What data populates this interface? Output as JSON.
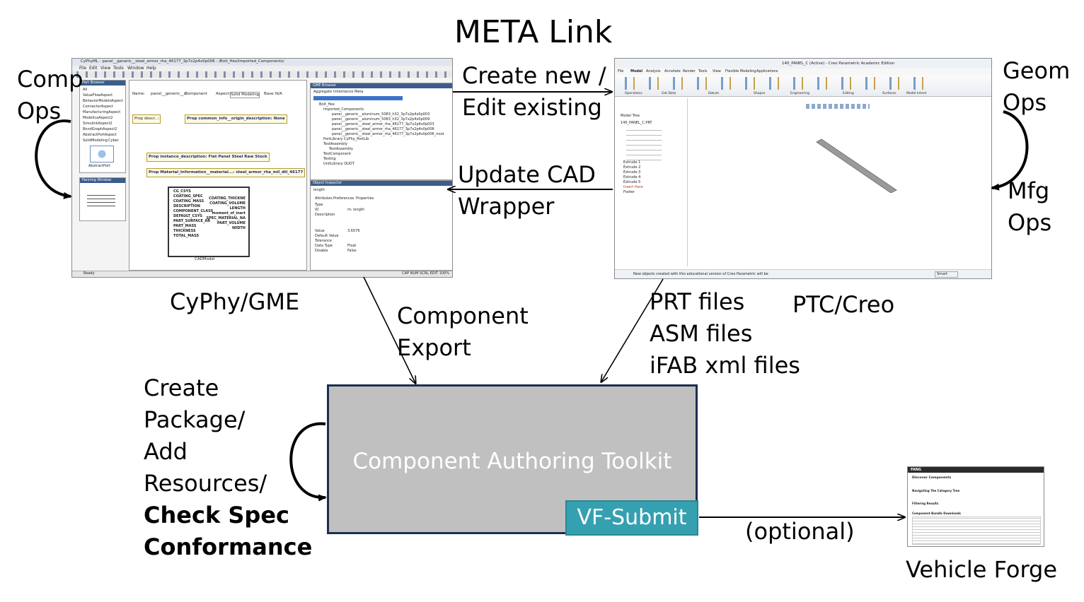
{
  "title": "META Link",
  "labels": {
    "comp_ops": [
      "Comp",
      "Ops"
    ],
    "create_new": [
      "Create new /",
      "Edit existing"
    ],
    "update_cad": [
      "Update CAD",
      "Wrapper"
    ],
    "geom_ops": [
      "Geom",
      "Ops"
    ],
    "mfg_ops": [
      "Mfg",
      "Ops"
    ],
    "cyphy": "CyPhy/GME",
    "component_export": [
      "Component",
      "Export"
    ],
    "files": [
      "PRT files",
      "ASM files",
      "iFAB xml files"
    ],
    "ptc": "PTC/Creo",
    "package": [
      "Create",
      "Package/",
      "Add",
      "Resources/"
    ],
    "check_spec": [
      "Check Spec",
      "Conformance"
    ],
    "optional": "(optional)",
    "vehicle_forge": "Vehicle Forge"
  },
  "toolkit": {
    "title": "Component Authoring Toolkit",
    "submit": "VF-Submit"
  },
  "gme": {
    "titlebar": "CyPhyML - panel__generic__steel_armor_rha_46177_3p7x2p4x0p006 - /Bolt_Hex/Imported_Components/",
    "menu": [
      "File",
      "Edit",
      "View",
      "Tools",
      "Window",
      "Help"
    ],
    "part_browser": "Part Browser",
    "aspects": [
      "All",
      "ValueFlowAspect",
      "BehaviorModelsAspect",
      "ConnectorAspect",
      "ManufacturingAspect",
      "ModelicaAspect2",
      "SimulinkAspect2",
      "BondGraphAspect2",
      "AbstractPortAspect",
      "SolidModeling",
      "Cyber"
    ],
    "abstract_port": "AbstractPort",
    "panning": "Panning Window",
    "name_label": "Name:",
    "name_value": "panel__generic__st",
    "kind": "Component",
    "aspect_label": "Aspect:",
    "aspect_value": "Solid Modeling",
    "base_label": "Base:",
    "base_value": "N/A",
    "props": [
      "Prop descr...: None",
      "Prop common_info__origin_description: None",
      "Prop instance_description: Flat Panel Steel Raw Stock",
      "Prop Material_Information__material...: steel_armor_rha_mil_dtl_46177"
    ],
    "cad_ports_left": [
      "CG_CSYS",
      "COATING_SPEC",
      "COATING_MASS",
      "DESCRIPTION",
      "COMPONENT_CLASS",
      "DEFAULT_CSYS",
      "PART_SURFACE_AR",
      "PART_MASS",
      "THICKNESS",
      "TOTAL_MASS"
    ],
    "cad_ports_right": [
      "COATING_THICKNE",
      "COATING_VOLUME",
      "LENGTH",
      "moment_of_inert",
      "SPEC_MATERIAL_NA",
      "PART_VOLUME",
      "WIDTH"
    ],
    "cad_model": "CADModel",
    "gme_browser": "GME Browser",
    "browser_tabs": [
      "Aggregate",
      "Inheritance",
      "Meta"
    ],
    "tree": [
      "Bolt_Hex",
      "Imported_Components",
      "panel__generic__aluminum_5083_h32_3p7x2p4x0p003",
      "panel__generic__aluminum_5083_h32_3p7x2p4x0p009",
      "panel__generic__steel_armor_rha_46177_3p7x2p4x0p003",
      "panel__generic__steel_armor_rha_46177_3p7x2p4x0p006",
      "panel__generic__steel_armor_rha_46177_3p7x2p4x0p006_mod",
      "PortLibrary CyPhy_PortLib",
      "TestAssembly",
      "TestAssembly",
      "TestComponent",
      "Testing",
      "UnitLibrary QUDT"
    ],
    "object_inspector": "Object Inspector",
    "inspector_name": "length",
    "inspector_tabs": [
      "Attributes",
      "Preferences",
      "Properties"
    ],
    "attributes": [
      [
        "Type",
        ""
      ],
      [
        "ID",
        "m: length"
      ],
      [
        "Description",
        ""
      ],
      [
        "Value",
        "3.6576"
      ],
      [
        "Default Value",
        ""
      ],
      [
        "Tolerance",
        ""
      ],
      [
        "Data Type",
        "Float"
      ],
      [
        "Disable",
        "False"
      ]
    ],
    "status": "Ready",
    "status_right": "CAP NUM SCRL EDIT 100%"
  },
  "creo": {
    "titlebar": "140_PANEL_C (Active) - Creo Parametric Academic Edition",
    "tabs": [
      "File",
      "Model",
      "Analysis",
      "Annotate",
      "Render",
      "Tools",
      "View",
      "Flexible Modeling",
      "Applications"
    ],
    "groups": [
      "Operations",
      "Get Data",
      "Datum",
      "Shapes",
      "Engineering",
      "Editing",
      "Surfaces",
      "Model Intent"
    ],
    "model_tree_label": "Model Tree",
    "model_tree": [
      "140_PANEL_C.PRT",
      "Extrude 1",
      "Extrude 2",
      "Extrude 3",
      "Extrude 4",
      "Extrude 5",
      "Insert Here",
      "Footer"
    ],
    "status": "New objects created with this educational version of Creo Parametric will be",
    "smart": "Smart"
  },
  "forge": {
    "header": "FANG",
    "heading": "Discover Components",
    "sections": [
      "Navigating The Category Tree",
      "Filtering Results",
      "Component Bundle Downloads"
    ]
  }
}
